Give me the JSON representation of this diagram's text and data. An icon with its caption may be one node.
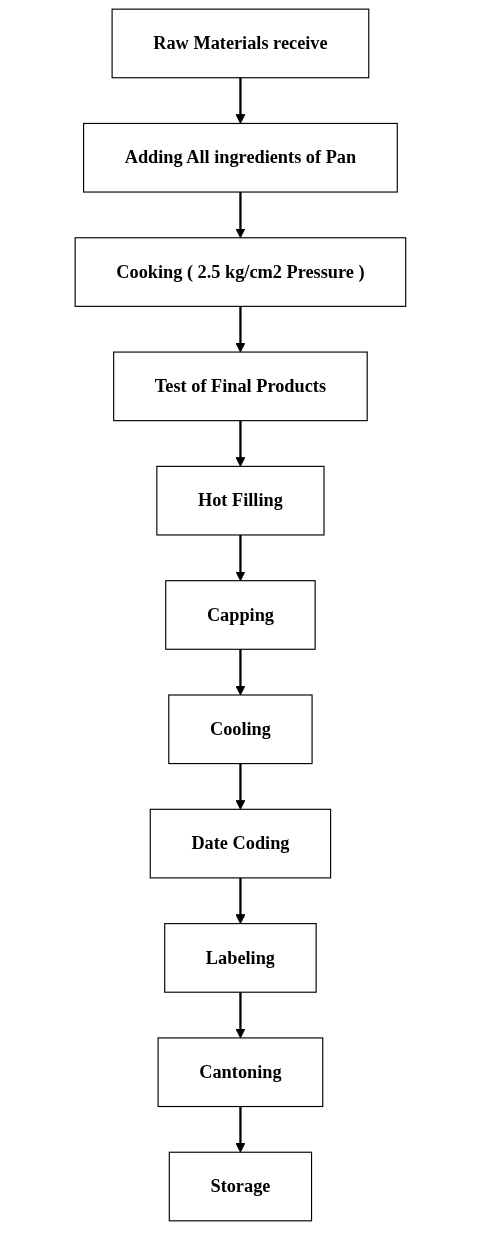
{
  "diagram": {
    "nodes": [
      {
        "text": [
          "Raw Materials receive"
        ]
      },
      {
        "text": [
          "Adding All ingredients of Pan"
        ]
      },
      {
        "text": [
          "Cooking ( 2.5 kg/cm2 Pressure )"
        ]
      },
      {
        "text": [
          "Test of Final Products"
        ]
      },
      {
        "text": [
          "Hot Filling"
        ]
      },
      {
        "text": [
          "Capping"
        ]
      },
      {
        "text": [
          "Cooling"
        ]
      },
      {
        "text": [
          "Date Coding"
        ]
      },
      {
        "text": [
          "Labeling"
        ]
      },
      {
        "text": [
          "Cantoning"
        ]
      },
      {
        "text": [
          "Storage"
        ]
      }
    ],
    "edges": [
      {
        "from": 0,
        "to": 1,
        "arrow": "to"
      },
      {
        "from": 1,
        "to": 2,
        "arrow": "to"
      },
      {
        "from": 2,
        "to": 3,
        "arrow": "to"
      },
      {
        "from": 3,
        "to": 4,
        "arrow": "to"
      },
      {
        "from": 4,
        "to": 5,
        "arrow": "to"
      },
      {
        "from": 5,
        "to": 6,
        "arrow": "to"
      },
      {
        "from": 6,
        "to": 7,
        "arrow": "to"
      },
      {
        "from": 7,
        "to": 8,
        "arrow": "to"
      },
      {
        "from": 8,
        "to": 9,
        "arrow": "to"
      },
      {
        "from": 9,
        "to": 10,
        "arrow": "to"
      }
    ]
  }
}
